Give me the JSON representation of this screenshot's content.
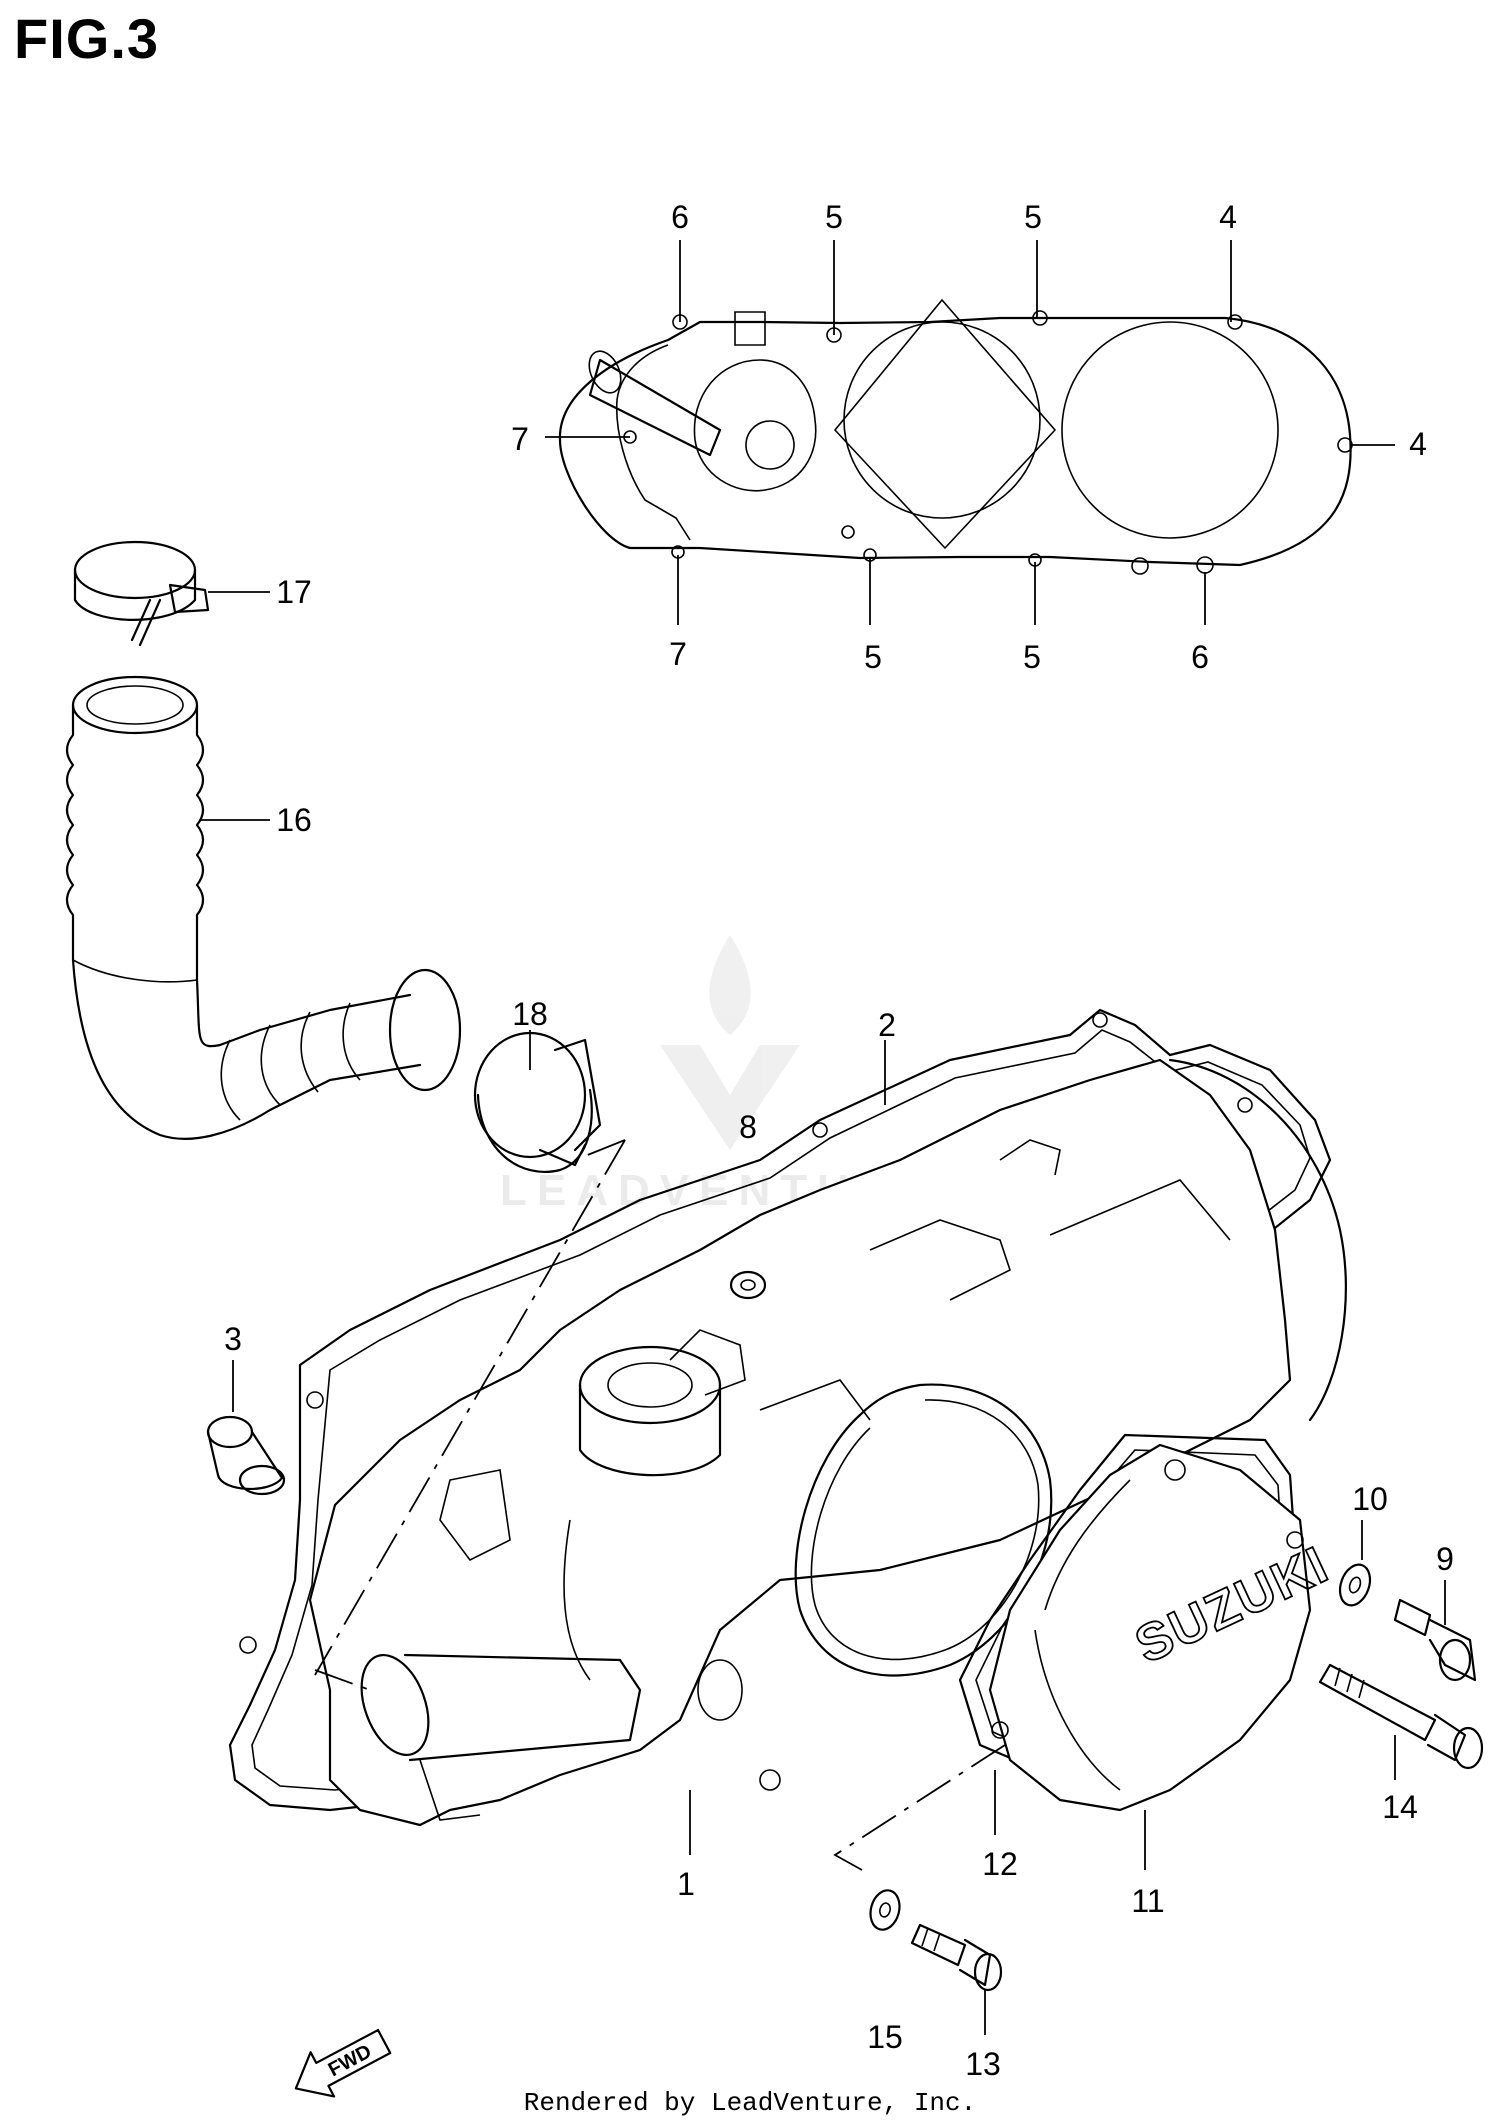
{
  "figure": {
    "title": "FIG.3"
  },
  "callouts": {
    "c1": "1",
    "c2": "2",
    "c3": "3",
    "c4a": "4",
    "c4b": "4",
    "c5a": "5",
    "c5b": "5",
    "c5c": "5",
    "c5d": "5",
    "c6a": "6",
    "c6b": "6",
    "c7a": "7",
    "c7b": "7",
    "c8": "8",
    "c9": "9",
    "c10": "10",
    "c11": "11",
    "c12": "12",
    "c13": "13",
    "c14": "14",
    "c15": "15",
    "c16": "16",
    "c17": "17",
    "c18": "18"
  },
  "cover_brand": "SUZUKI",
  "fwd_arrow": "FWD",
  "watermark": "LEADVENTURE",
  "footer": {
    "credit": "Rendered by LeadVenture, Inc."
  }
}
